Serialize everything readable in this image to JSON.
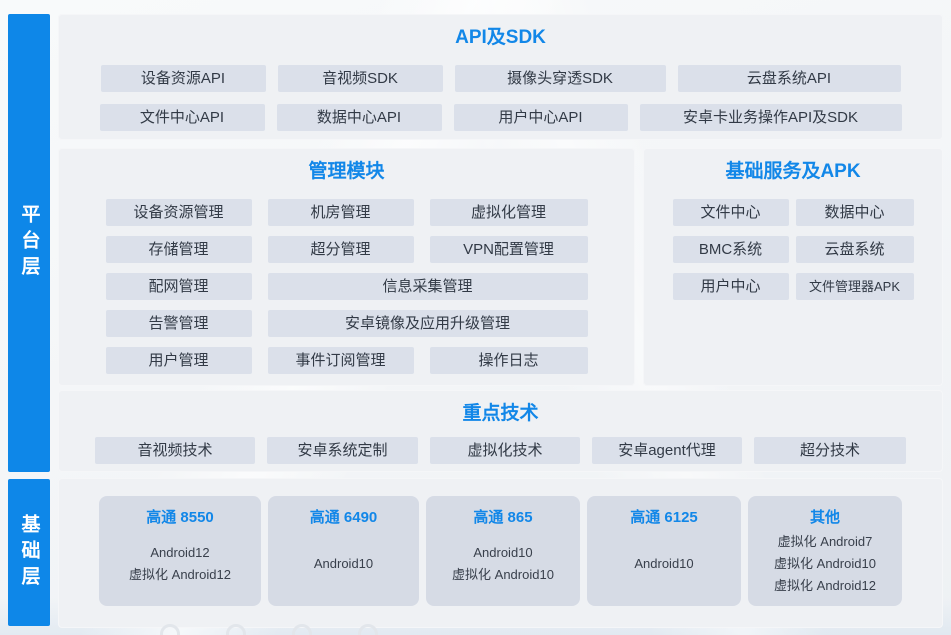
{
  "colors": {
    "accent": "#1287e8",
    "rail": "#0e87e8",
    "panel": "#eff1f4",
    "chip_bg": "#dbe0ea",
    "card_bg": "#d6dbe5"
  },
  "rails": {
    "platform": "平台层",
    "base": "基础层"
  },
  "api": {
    "title": "API及SDK",
    "row1": [
      "设备资源API",
      "音视频SDK",
      "摄像头穿透SDK",
      "云盘系统API"
    ],
    "row2": [
      "文件中心API",
      "数据中心API",
      "用户中心API",
      "安卓卡业务操作API及SDK"
    ]
  },
  "mgmt": {
    "title": "管理模块",
    "r1": [
      "设备资源管理",
      "机房管理",
      "虚拟化管理"
    ],
    "r2": [
      "存储管理",
      "超分管理",
      "VPN配置管理"
    ],
    "r3": [
      "配网管理",
      "信息采集管理"
    ],
    "r4": [
      "告警管理",
      "安卓镜像及应用升级管理"
    ],
    "r5": [
      "用户管理",
      "事件订阅管理",
      "操作日志"
    ]
  },
  "services": {
    "title": "基础服务及APK",
    "items": [
      "文件中心",
      "数据中心",
      "BMC系统",
      "云盘系统",
      "用户中心",
      "文件管理器APK"
    ]
  },
  "tech": {
    "title": "重点技术",
    "items": [
      "音视频技术",
      "安卓系统定制",
      "虚拟化技术",
      "安卓agent代理",
      "超分技术"
    ]
  },
  "hardware": {
    "cards": [
      {
        "title": "高通 8550",
        "lines": [
          "Android12",
          "虚拟化 Android12"
        ]
      },
      {
        "title": "高通 6490",
        "lines": [
          "Android10"
        ]
      },
      {
        "title": "高通 865",
        "lines": [
          "Android10",
          "虚拟化 Android10"
        ]
      },
      {
        "title": "高通 6125",
        "lines": [
          "Android10"
        ]
      },
      {
        "title": "其他",
        "lines": [
          "虚拟化 Android7",
          "虚拟化 Android10",
          "虚拟化 Android12"
        ]
      }
    ]
  }
}
